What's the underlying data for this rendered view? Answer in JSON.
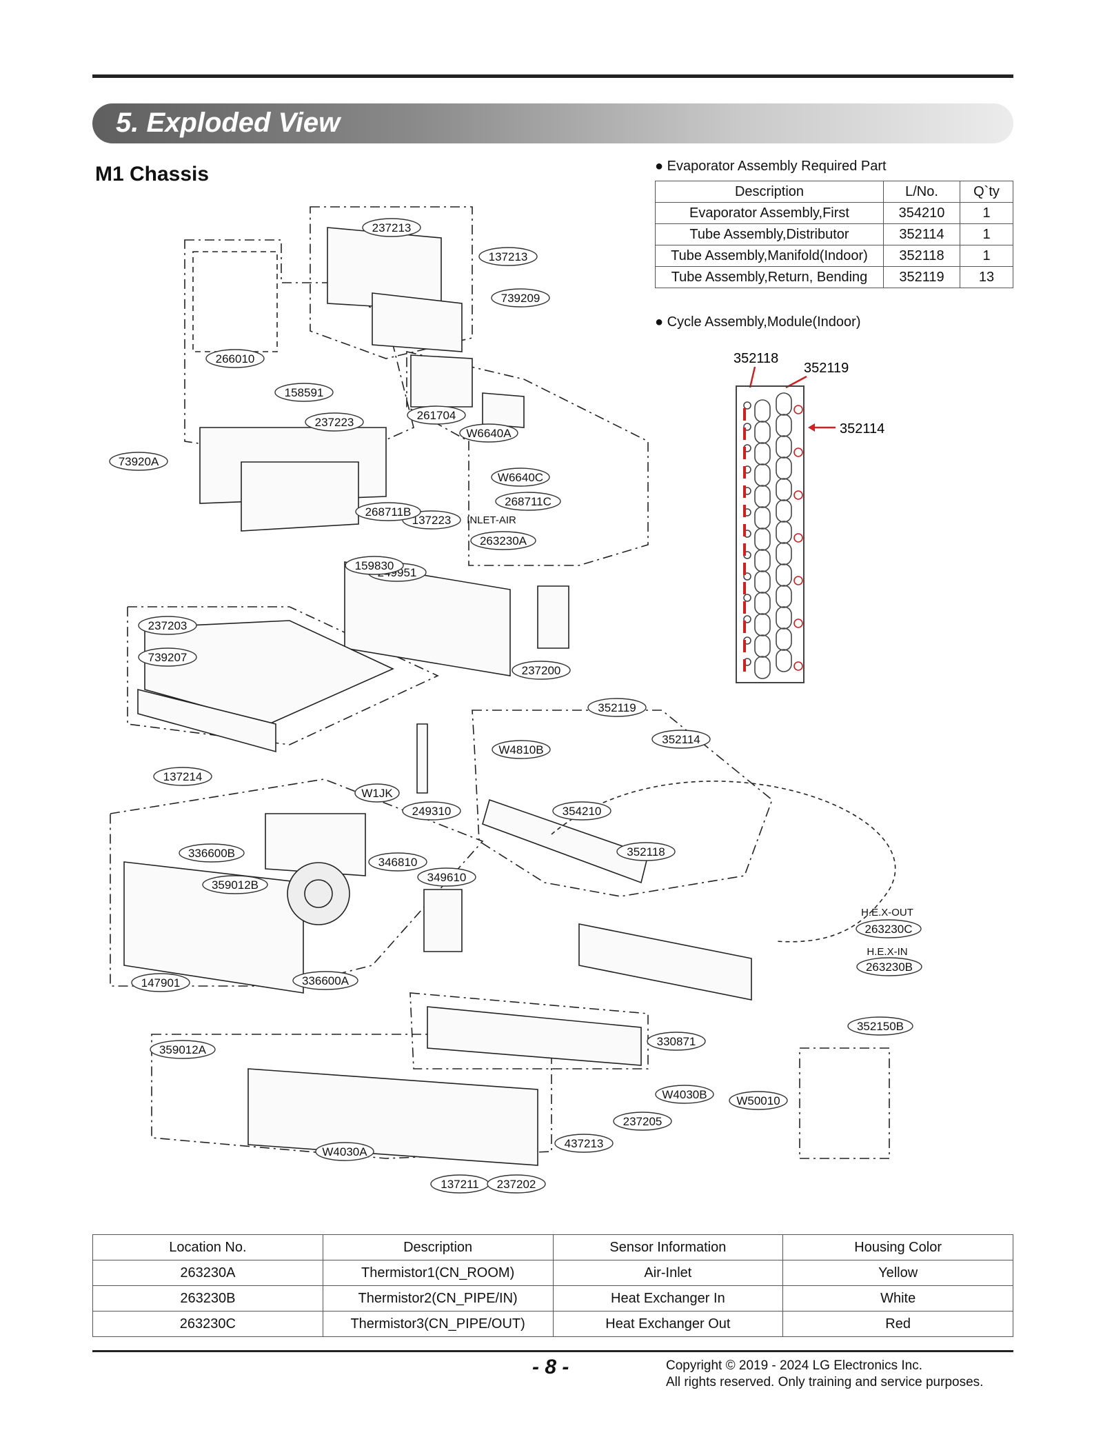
{
  "header": {
    "title": "5. Exploded View"
  },
  "subtitle": "M1 Chassis",
  "evap": {
    "bullet": "● Evaporator Assembly Required Part",
    "columns": [
      "Description",
      "L/No.",
      "Q`ty"
    ],
    "rows": [
      [
        "Evaporator Assembly,First",
        "354210",
        "1"
      ],
      [
        "Tube Assembly,Distributor",
        "352114",
        "1"
      ],
      [
        "Tube Assembly,Manifold(Indoor)",
        "352118",
        "1"
      ],
      [
        "Tube Assembly,Return, Bending",
        "352119",
        "13"
      ]
    ]
  },
  "cycle": {
    "bullet": "● Cycle Assembly,Module(Indoor)",
    "labels": [
      "352118",
      "352119",
      "352114"
    ]
  },
  "diagram": {
    "labels": [
      "237213",
      "137213",
      "739209",
      "266010",
      "158591",
      "237223",
      "73920A",
      "137223",
      "261704",
      "W6640A",
      "W6640C",
      "268711B",
      "268711C",
      "INLET-AIR",
      "263230A",
      "249951",
      "159830",
      "237200",
      "237203",
      "739207",
      "137214",
      "352119",
      "352114",
      "W4810B",
      "W1JK",
      "249310",
      "354210",
      "352118",
      "336600B",
      "346810",
      "349610",
      "359012B",
      "147901",
      "336600A",
      "359012A",
      "H.E.X-OUT",
      "263230C",
      "H.E.X-IN",
      "263230B",
      "330871",
      "352150B",
      "W50010",
      "W4030B",
      "237205",
      "437213",
      "W4030A",
      "137211",
      "237202"
    ]
  },
  "sensor": {
    "columns": [
      "Location No.",
      "Description",
      "Sensor Information",
      "Housing Color"
    ],
    "rows": [
      [
        "263230A",
        "Thermistor1(CN_ROOM)",
        "Air-Inlet",
        "Yellow"
      ],
      [
        "263230B",
        "Thermistor2(CN_PIPE/IN)",
        "Heat Exchanger In",
        "White"
      ],
      [
        "263230C",
        "Thermistor3(CN_PIPE/OUT)",
        "Heat Exchanger Out",
        "Red"
      ]
    ]
  },
  "footer": {
    "page": "- 8 -",
    "copyright_line1": "Copyright © 2019 - 2024 LG Electronics Inc.",
    "copyright_line2": "All rights reserved. Only training and service purposes."
  },
  "colors": {
    "accent_red": "#d21f1f",
    "banner_dark": "#5f5f5f"
  }
}
